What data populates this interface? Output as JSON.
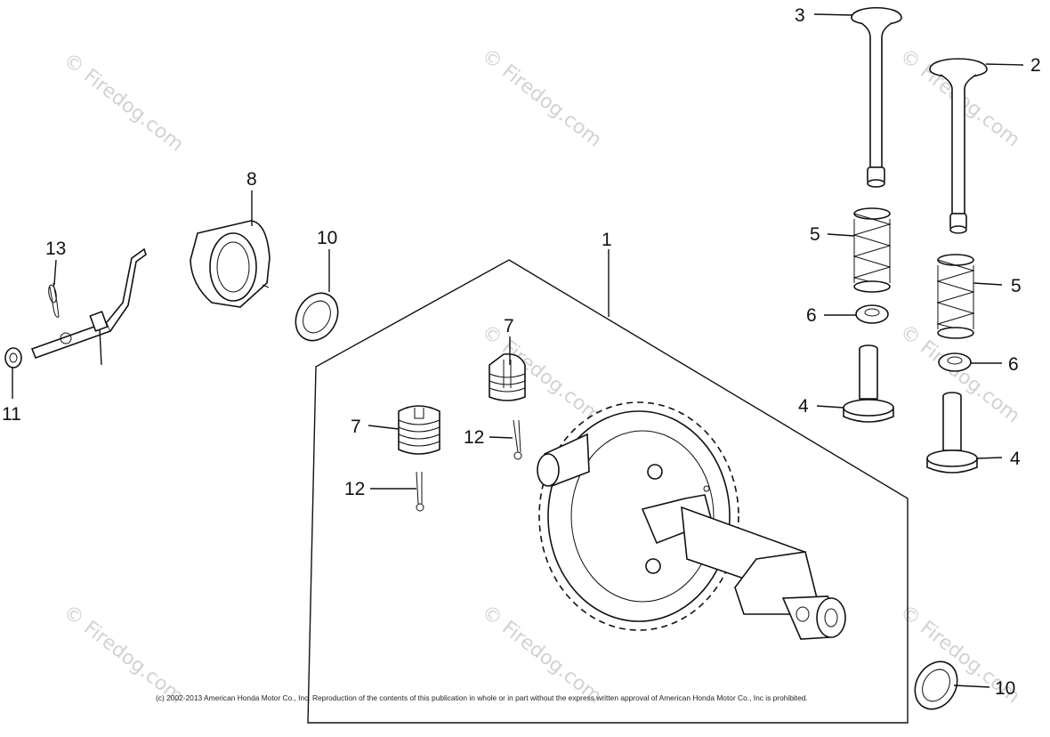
{
  "callouts": {
    "c1": "1",
    "c2": "2",
    "c3": "3",
    "c4a": "4",
    "c4b": "4",
    "c5a": "5",
    "c5b": "5",
    "c6a": "6",
    "c6b": "6",
    "c7a": "7",
    "c7b": "7",
    "c8": "8",
    "c10a": "10",
    "c10b": "10",
    "c11": "11",
    "c12a": "12",
    "c12b": "12",
    "c13": "13"
  },
  "watermark": {
    "text": "Firedog.com",
    "symbol": "©"
  },
  "copyright": "(c) 2002-2013 American Honda Motor Co., Inc. Reproduction of the contents of this publication in whole or in part without the express written approval of American Honda Motor Co., Inc is prohibited."
}
